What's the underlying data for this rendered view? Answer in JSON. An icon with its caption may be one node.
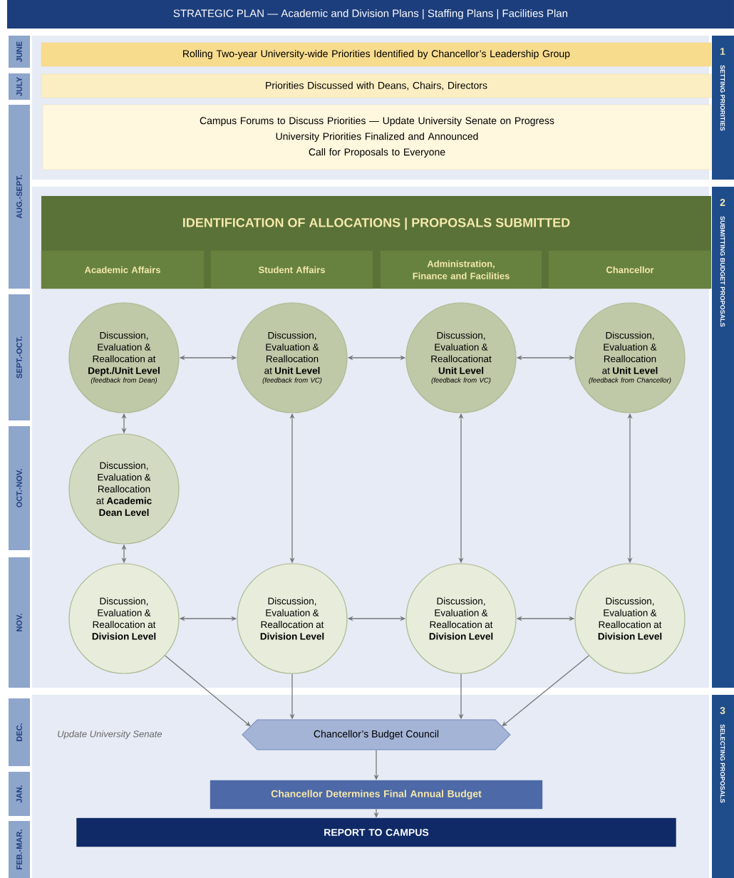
{
  "diagram": {
    "title": "STRATEGIC PLAN — Academic and Division Plans | Staffing Plans | Facilities Plan",
    "nodes": [
      {
        "text": [
          "Rolling Two-year University-wide Priorities Identified by Chancellor’s Leadership Group"
        ]
      },
      {
        "text": [
          "Priorities Discussed with Deans, Chairs, Directors"
        ]
      },
      {
        "text": [
          "Campus Forums to Discuss Priorities — Update University Senate on Progress",
          "University Priorities Finalized and Announced",
          "Call for Proposals to Everyone"
        ]
      },
      {
        "text": [
          "IDENTIFICATION OF ALLOCATIONS | PROPOSALS SUBMITTED"
        ]
      },
      {
        "text": [
          "Academic Affairs"
        ],
        "in": 3
      },
      {
        "text": [
          "Student Affairs"
        ],
        "in": 3
      },
      {
        "text": [
          "Administration, Finance and Facilities"
        ],
        "in": 3
      },
      {
        "text": [
          "Chancellor"
        ],
        "in": 3
      },
      {
        "text": [
          "Discussion, Evaluation & Reallocation at **Dept./Unit Level**",
          "(feedback from Dean)"
        ]
      },
      {
        "text": [
          "Discussion, Evaluation & Reallocation at **Unit Level**",
          "(feedback from VC)"
        ]
      },
      {
        "text": [
          "Discussion, Evaluation & Reallocationat **Unit Level**",
          "(feedback from VC)"
        ]
      },
      {
        "text": [
          "Discussion, Evaluation & Reallocation at **Unit Level**",
          "(feedback from Chancellor)"
        ]
      },
      {
        "text": [
          "Discussion, Evaluation & Reallocation at **Academic Dean Level**"
        ]
      },
      {
        "text": [
          "Discussion, Evaluation & Reallocation at **Division Level**"
        ]
      },
      {
        "text": [
          "Discussion, Evaluation & Reallocation at **Division Level**"
        ]
      },
      {
        "text": [
          "Discussion, Evaluation & Reallocation at **Division Level**"
        ]
      },
      {
        "text": [
          "Discussion, Evaluation & Reallocation at **Division Level**"
        ]
      },
      {
        "text": [
          "Chancellor’s Budget Council"
        ]
      },
      {
        "text": [
          "Chancellor Determines Final Annual Budget"
        ]
      },
      {
        "text": [
          "REPORT TO CAMPUS"
        ]
      }
    ],
    "edges": [
      {
        "from": 8,
        "to": 9,
        "arrow": "both"
      },
      {
        "from": 9,
        "to": 10,
        "arrow": "both"
      },
      {
        "from": 10,
        "to": 11,
        "arrow": "both"
      },
      {
        "from": 8,
        "to": 12,
        "arrow": "both"
      },
      {
        "from": 9,
        "to": 14,
        "arrow": "both"
      },
      {
        "from": 10,
        "to": 15,
        "arrow": "both"
      },
      {
        "from": 11,
        "to": 16,
        "arrow": "both"
      },
      {
        "from": 12,
        "to": 13,
        "arrow": "both"
      },
      {
        "from": 13,
        "to": 14,
        "arrow": "both"
      },
      {
        "from": 14,
        "to": 15,
        "arrow": "both"
      },
      {
        "from": 15,
        "to": 16,
        "arrow": "both"
      },
      {
        "from": 13,
        "to": 17,
        "arrow": "to"
      },
      {
        "from": 14,
        "to": 17,
        "arrow": "to"
      },
      {
        "from": 15,
        "to": 17,
        "arrow": "to"
      },
      {
        "from": 16,
        "to": 17,
        "arrow": "to"
      },
      {
        "from": 17,
        "to": 18,
        "arrow": "to"
      },
      {
        "from": 18,
        "to": 19,
        "arrow": "to"
      }
    ],
    "labels": [
      "JUNE",
      "JULY",
      "AUG.-SEPT.",
      "SEPT.-OCT.",
      "OCT.-NOV.",
      "NOV.",
      "DEC.",
      "JAN.",
      "FEB.-MAR.",
      "1",
      "SETTING PRIORITIES",
      "2",
      "SUBMITTING BUDGET PROPOSALS",
      "3",
      "SELECTING PROPOSALS",
      "Update University Senate"
    ]
  }
}
